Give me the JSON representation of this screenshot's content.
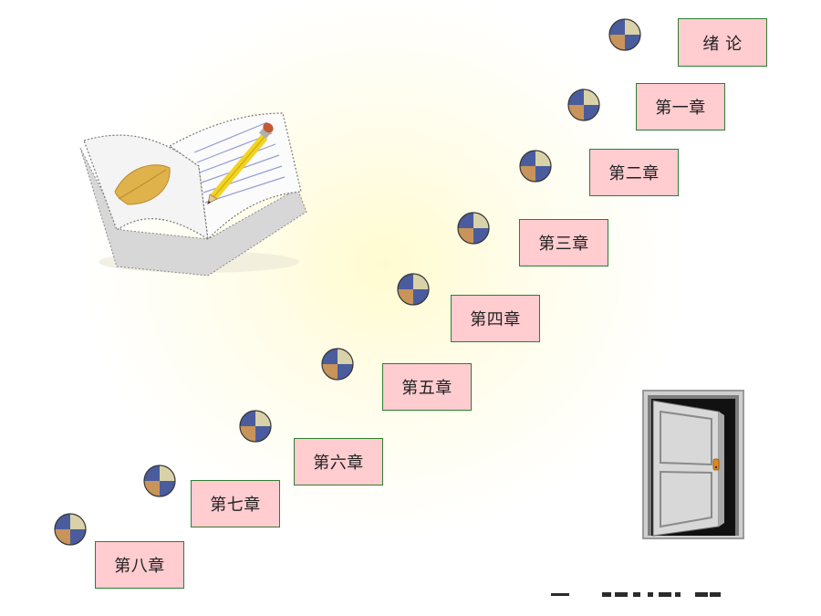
{
  "chapters": [
    {
      "label": "绪 论"
    },
    {
      "label": "第一章"
    },
    {
      "label": "第二章"
    },
    {
      "label": "第三章"
    },
    {
      "label": "第四章"
    },
    {
      "label": "第五章"
    },
    {
      "label": "第六章"
    },
    {
      "label": "第七章"
    },
    {
      "label": "第八章"
    }
  ],
  "colors": {
    "button_fill": "#ffccd0",
    "button_border": "#2e7d32",
    "ball_blue": "#4a5c9e",
    "ball_tan": "#d9d2a8",
    "ball_orange": "#c8945a"
  },
  "icons": {
    "book": "open-book-with-pencil-icon",
    "door": "open-door-exit-icon",
    "ball": "quadrant-ball-icon"
  }
}
